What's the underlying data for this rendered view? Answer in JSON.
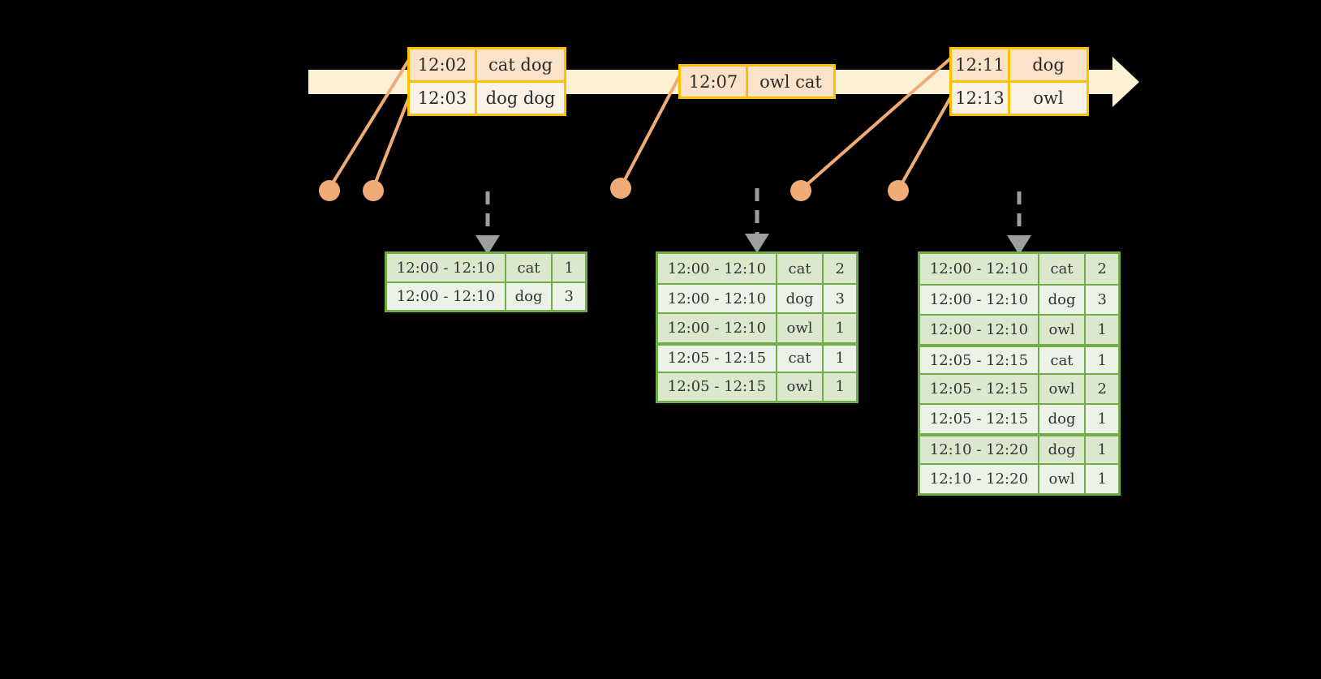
{
  "diagram": {
    "timeline": {
      "bar_color": "#FDF1D5",
      "arrow_color": "#FDF1D5",
      "event_border_color": "#FFC000",
      "connector_color": "#F0AB77"
    },
    "events": [
      {
        "name": "event-group-1",
        "rows": [
          {
            "time": "12:02",
            "words": "cat dog"
          },
          {
            "time": "12:03",
            "words": "dog dog"
          }
        ]
      },
      {
        "name": "event-group-2",
        "rows": [
          {
            "time": "12:07",
            "words": "owl cat"
          }
        ]
      },
      {
        "name": "event-group-3",
        "rows": [
          {
            "time": "12:11",
            "words": "dog"
          },
          {
            "time": "12:13",
            "words": "owl"
          }
        ]
      }
    ],
    "result_tables": [
      {
        "name": "result-table-1",
        "rows": [
          {
            "window": "12:00 - 12:10",
            "key": "cat",
            "count": "1"
          },
          {
            "window": "12:00 - 12:10",
            "key": "dog",
            "count": "3"
          }
        ]
      },
      {
        "name": "result-table-2",
        "rows": [
          {
            "window": "12:00 - 12:10",
            "key": "cat",
            "count": "2"
          },
          {
            "window": "12:00 - 12:10",
            "key": "dog",
            "count": "3"
          },
          {
            "window": "12:00 - 12:10",
            "key": "owl",
            "count": "1"
          },
          {
            "window": "12:05 - 12:15",
            "key": "cat",
            "count": "1"
          },
          {
            "window": "12:05 - 12:15",
            "key": "owl",
            "count": "1"
          }
        ]
      },
      {
        "name": "result-table-3",
        "rows": [
          {
            "window": "12:00 - 12:10",
            "key": "cat",
            "count": "2"
          },
          {
            "window": "12:00 - 12:10",
            "key": "dog",
            "count": "3"
          },
          {
            "window": "12:00 - 12:10",
            "key": "owl",
            "count": "1"
          },
          {
            "window": "12:05 - 12:15",
            "key": "cat",
            "count": "1"
          },
          {
            "window": "12:05 - 12:15",
            "key": "owl",
            "count": "2"
          },
          {
            "window": "12:05 - 12:15",
            "key": "dog",
            "count": "1"
          },
          {
            "window": "12:10 - 12:20",
            "key": "dog",
            "count": "1"
          },
          {
            "window": "12:10 - 12:20",
            "key": "owl",
            "count": "1"
          }
        ]
      }
    ]
  }
}
